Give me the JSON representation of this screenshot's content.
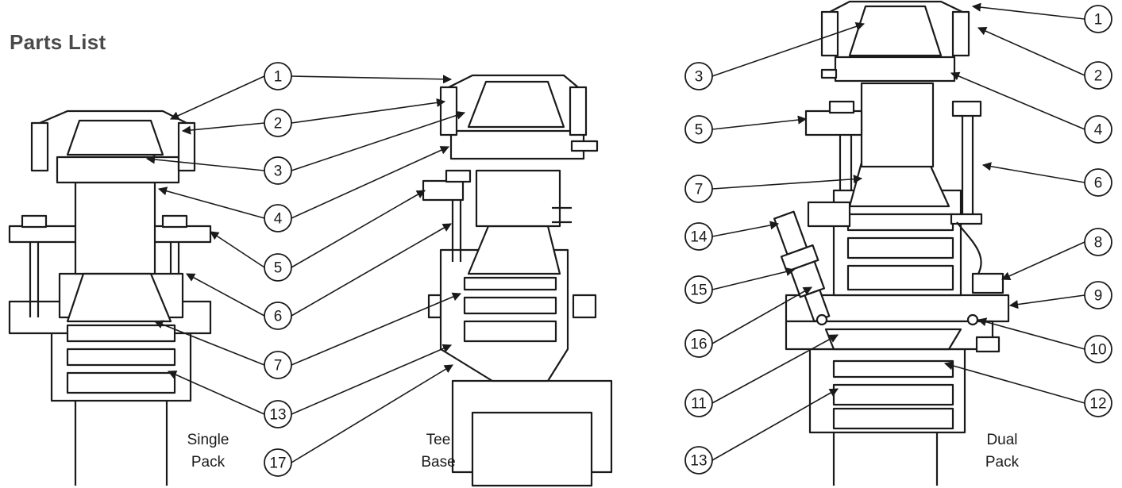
{
  "title": "Parts List",
  "views": [
    {
      "id": "single",
      "label_line1": "Single",
      "label_line2": "Pack"
    },
    {
      "id": "tee",
      "label_line1": "Tee",
      "label_line2": "Base"
    },
    {
      "id": "dual",
      "label_line1": "Dual",
      "label_line2": "Pack"
    }
  ],
  "callouts_center": [
    "1",
    "2",
    "3",
    "4",
    "5",
    "6",
    "7",
    "13",
    "17"
  ],
  "callouts_right_left": [
    "3",
    "5",
    "7",
    "14",
    "15",
    "16",
    "11",
    "13"
  ],
  "callouts_right_right": [
    "1",
    "2",
    "4",
    "6",
    "8",
    "9",
    "10",
    "12"
  ]
}
